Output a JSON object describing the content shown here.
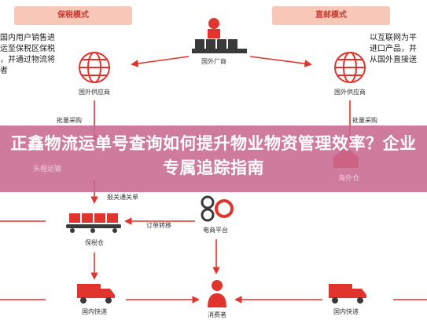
{
  "diagram": {
    "tags": {
      "left": "保税模式",
      "right": "直邮模式"
    },
    "left_note": "国内用户销售进\n运至保税区保税\n，并通过物流将\n者",
    "right_note": "以互联网为平\n进口产品，并\n从国外直接送",
    "nodes": {
      "factory": "国外厂商",
      "supplier_left": "国外供应商",
      "supplier_right": "国外供应商",
      "first_leg": "头程运输",
      "overseas_warehouse": "海外仓",
      "bonded_warehouse": "保税仓",
      "ecommerce": "电商平台",
      "domestic_express_left": "国内快递",
      "consumer": "消费者",
      "domestic_express_right": "国内快递"
    },
    "edges": {
      "bulk_purchase_left": "批量采购",
      "bulk_purchase_right": "批量采购",
      "customs_clearance": "报关通关单",
      "order_transfer": "订单转移"
    }
  },
  "banner": {
    "title": "正鑫物流运单号查询如何提升物业物资管理效率？企业专属追踪指南"
  },
  "colors": {
    "accent_red": "#e0342c",
    "tag_bg": "#f7c7b7",
    "banner_bg": "#c86991",
    "dark_icon": "#3a3a3a"
  }
}
